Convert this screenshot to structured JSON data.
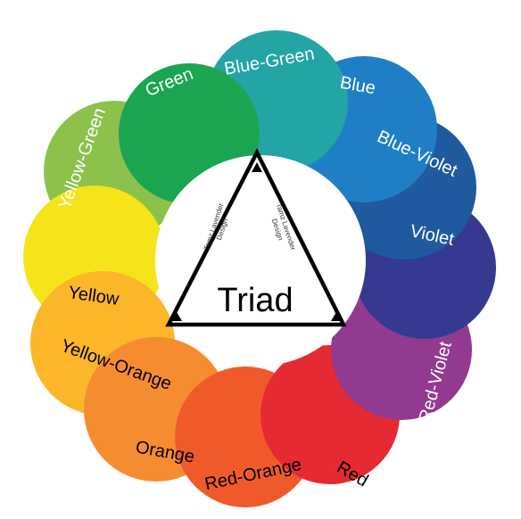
{
  "title": "Triad",
  "watermark": [
    "Tamz Lavender",
    "Design"
  ],
  "colors": [
    {
      "name": "Green",
      "hex": "#1ca551",
      "text_color": "#ffffff"
    },
    {
      "name": "Blue-Green",
      "hex": "#23a4a5",
      "text_color": "#ffffff"
    },
    {
      "name": "Blue",
      "hex": "#1f7fc6",
      "text_color": "#ffffff"
    },
    {
      "name": "Blue-Violet",
      "hex": "#1f5a9e",
      "text_color": "#ffffff"
    },
    {
      "name": "Violet",
      "hex": "#35398f",
      "text_color": "#ffffff"
    },
    {
      "name": "Red-Violet",
      "hex": "#923a8f",
      "text_color": "#ffffff"
    },
    {
      "name": "Red",
      "hex": "#e52a33",
      "text_color": "#000000"
    },
    {
      "name": "Red-Orange",
      "hex": "#f05a2b",
      "text_color": "#000000"
    },
    {
      "name": "Orange",
      "hex": "#f68c30",
      "text_color": "#000000"
    },
    {
      "name": "Yellow-Orange",
      "hex": "#fbb62a",
      "text_color": "#000000"
    },
    {
      "name": "Yellow",
      "hex": "#f6e41b",
      "text_color": "#000000"
    },
    {
      "name": "Yellow-Green",
      "hex": "#8cc24b",
      "text_color": "#ffffff"
    }
  ]
}
